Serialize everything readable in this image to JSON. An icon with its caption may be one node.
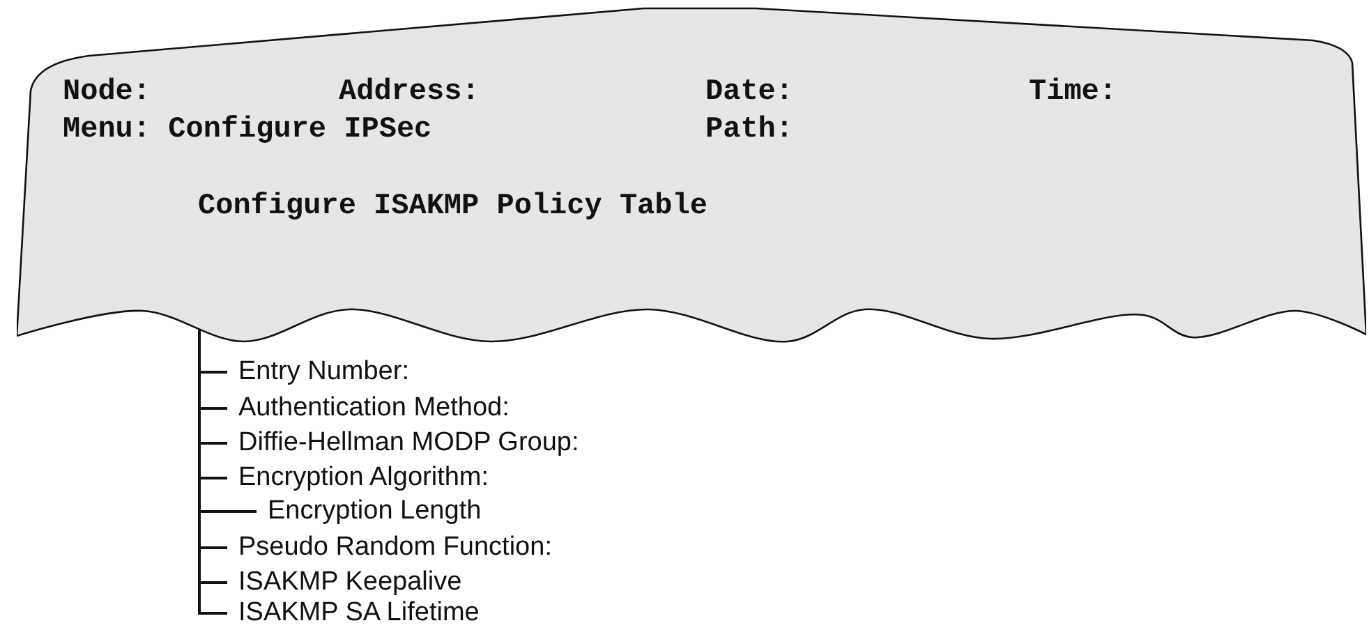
{
  "diagram": {
    "nodes": [
      {
        "text": [
          "Node:",
          "Address:",
          "Date:",
          "Time:",
          "Menu: Configure IPSec",
          "Path:"
        ]
      },
      {
        "text": [
          "Configure ISAKMP Policy Table"
        ],
        "in": 0
      },
      {
        "text": [
          "Entry Number:"
        ]
      },
      {
        "text": [
          "Authentication Method:"
        ]
      },
      {
        "text": [
          "Diffie-Hellman MODP Group:"
        ]
      },
      {
        "text": [
          "Encryption Algorithm:"
        ]
      },
      {
        "text": [
          "Encryption Length"
        ]
      },
      {
        "text": [
          "Pseudo Random Function:"
        ]
      },
      {
        "text": [
          "ISAKMP Keepalive"
        ]
      },
      {
        "text": [
          "ISAKMP SA Lifetime"
        ]
      }
    ],
    "edges": [
      {
        "from": 1,
        "to": 2,
        "arrow": "none"
      },
      {
        "from": 1,
        "to": 3,
        "arrow": "none"
      },
      {
        "from": 1,
        "to": 4,
        "arrow": "none"
      },
      {
        "from": 1,
        "to": 5,
        "arrow": "none"
      },
      {
        "from": 1,
        "to": 6,
        "arrow": "none"
      },
      {
        "from": 1,
        "to": 7,
        "arrow": "none"
      },
      {
        "from": 1,
        "to": 8,
        "arrow": "none"
      },
      {
        "from": 1,
        "to": 9,
        "arrow": "none"
      }
    ]
  }
}
